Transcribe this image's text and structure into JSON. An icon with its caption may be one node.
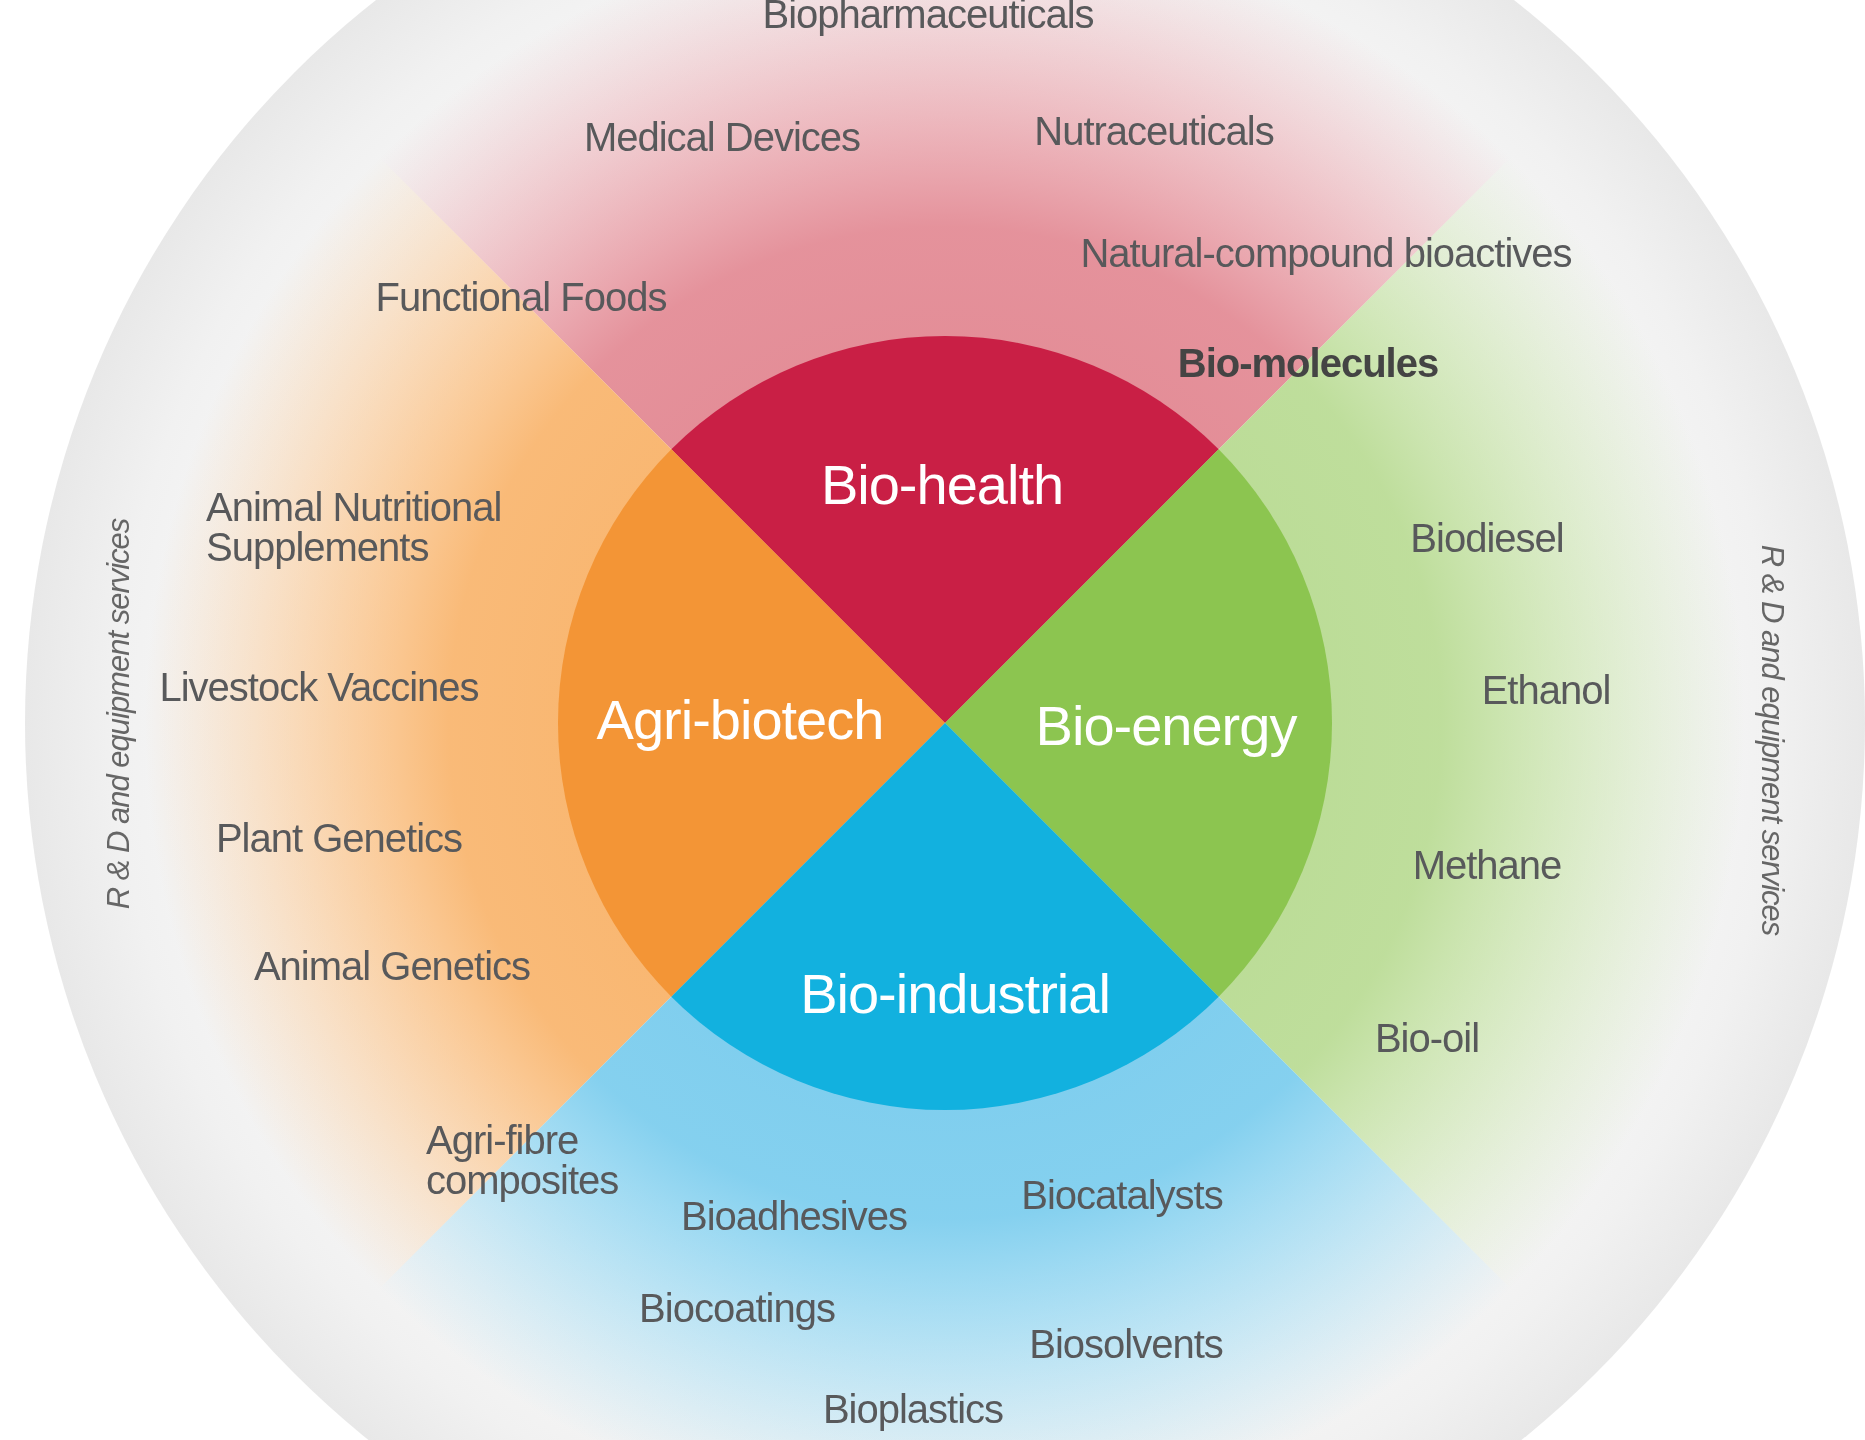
{
  "diagram": {
    "nodes": [
      {
        "text": [
          "Bio-health",
          "Agri-biotech",
          "Bio-energy",
          "Bio-industrial"
        ]
      }
    ],
    "labels": [
      "R & D and equipment services",
      "Biopharmaceuticals",
      "Medical Devices",
      "Nutraceuticals",
      "Natural-compound bioactives",
      "Functional Foods",
      "Bio-molecules",
      "Animal Nutritional Supplements",
      "Biodiesel",
      "R & D and equipment services",
      "Livestock Vaccines",
      "Ethanol",
      "Plant Genetics",
      "Methane",
      "Animal Genetics",
      "Bio-oil",
      "Agri-fibre composites",
      "Biocatalysts",
      "Bioadhesives",
      "Biocoatings",
      "Biosolvents",
      "Bioplastics"
    ]
  }
}
